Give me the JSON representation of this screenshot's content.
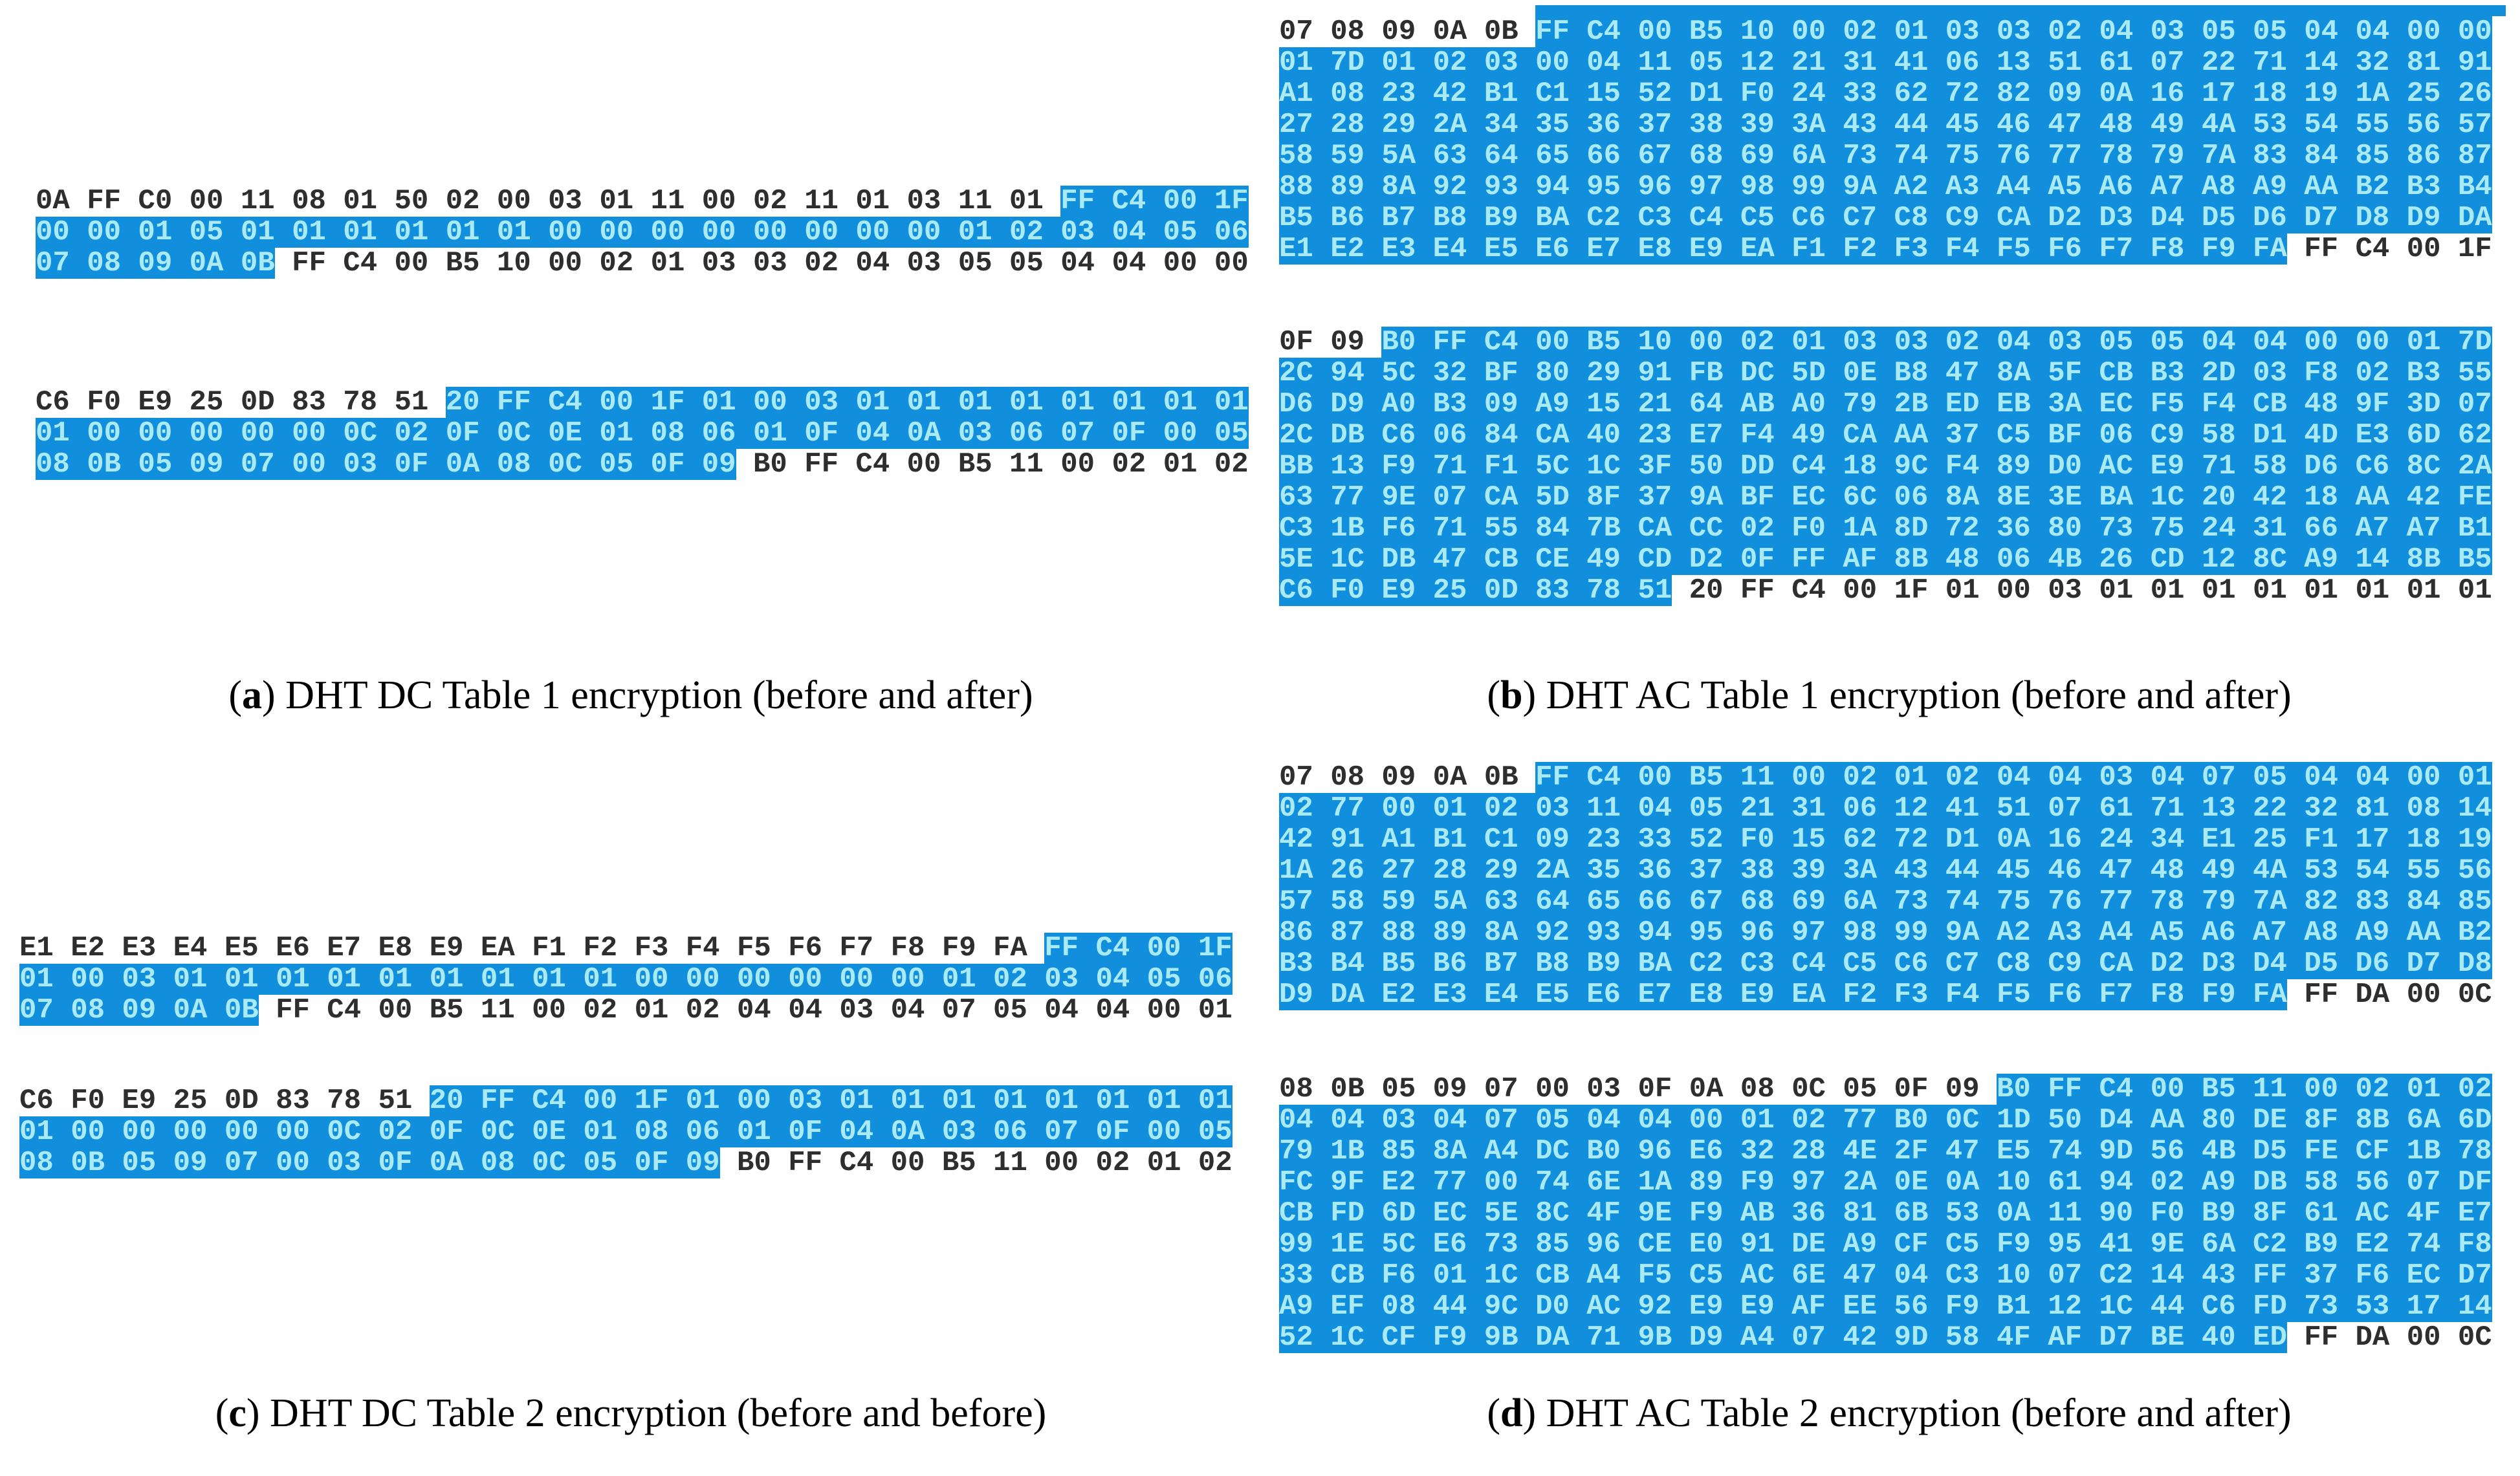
{
  "colors": {
    "highlight_blue": "#118FDC",
    "highlighted_text": "#A9EAF5",
    "plain_text": "#2e2e2e"
  },
  "panels": [
    {
      "id": "a",
      "caption": {
        "open": "(",
        "label": "a",
        "close": ") ",
        "text": "DHT DC Table 1 encryption (before and after)"
      },
      "blocks": [
        {
          "rows": [
            {
              "segments": [
                {
                  "hl": false,
                  "text": "0A FF C0 00 11 08 01 50 02 00 03 01 11 00 02 11 01 03 11 01"
                },
                {
                  "hl": true,
                  "text": "FF C4 00 1F"
                }
              ]
            },
            {
              "segments": [
                {
                  "hl": true,
                  "text": "00 00 01 05 01 01 01 01 01 01 00 00 00 00 00 00 00 00 01 02 03 04 05 06"
                }
              ]
            },
            {
              "segments": [
                {
                  "hl": true,
                  "text": "07 08 09 0A 0B"
                },
                {
                  "hl": false,
                  "text": "FF C4 00 B5 10 00 02 01 03 03 02 04 03 05 05 04 04 00 00"
                }
              ]
            }
          ]
        },
        {
          "rows": [
            {
              "segments": [
                {
                  "hl": false,
                  "text": "C6 F0 E9 25 0D 83 78 51"
                },
                {
                  "hl": true,
                  "text": "20 FF C4 00 1F 01 00 03 01 01 01 01 01 01 01 01"
                }
              ]
            },
            {
              "segments": [
                {
                  "hl": true,
                  "text": "01 00 00 00 00 00 0C 02 0F 0C 0E 01 08 06 01 0F 04 0A 03 06 07 0F 00 05"
                }
              ]
            },
            {
              "segments": [
                {
                  "hl": true,
                  "text": "08 0B 05 09 07 00 03 0F 0A 08 0C 05 0F 09"
                },
                {
                  "hl": false,
                  "text": "B0 FF C4 00 B5 11 00 02 01 02"
                }
              ]
            }
          ]
        }
      ]
    },
    {
      "id": "b",
      "caption": {
        "open": "(",
        "label": "b",
        "close": ") ",
        "text": "DHT AC Table 1 encryption (before and after)"
      },
      "blocks": [
        {
          "rows": [
            {
              "segments": [
                {
                  "hl": false,
                  "text": "07 08 09 0A 0B"
                },
                {
                  "hl": true,
                  "text": "FF C4 00 B5 10 00 02 01 03 03 02 04 03 05 05 04 04 00 00"
                }
              ]
            },
            {
              "segments": [
                {
                  "hl": true,
                  "text": "01 7D 01 02 03 00 04 11 05 12 21 31 41 06 13 51 61 07 22 71 14 32 81 91"
                }
              ]
            },
            {
              "segments": [
                {
                  "hl": true,
                  "text": "A1 08 23 42 B1 C1 15 52 D1 F0 24 33 62 72 82 09 0A 16 17 18 19 1A 25 26"
                }
              ]
            },
            {
              "segments": [
                {
                  "hl": true,
                  "text": "27 28 29 2A 34 35 36 37 38 39 3A 43 44 45 46 47 48 49 4A 53 54 55 56 57"
                }
              ]
            },
            {
              "segments": [
                {
                  "hl": true,
                  "text": "58 59 5A 63 64 65 66 67 68 69 6A 73 74 75 76 77 78 79 7A 83 84 85 86 87"
                }
              ]
            },
            {
              "segments": [
                {
                  "hl": true,
                  "text": "88 89 8A 92 93 94 95 96 97 98 99 9A A2 A3 A4 A5 A6 A7 A8 A9 AA B2 B3 B4"
                }
              ]
            },
            {
              "segments": [
                {
                  "hl": true,
                  "text": "B5 B6 B7 B8 B9 BA C2 C3 C4 C5 C6 C7 C8 C9 CA D2 D3 D4 D5 D6 D7 D8 D9 DA"
                }
              ]
            },
            {
              "segments": [
                {
                  "hl": true,
                  "text": "E1 E2 E3 E4 E5 E6 E7 E8 E9 EA F1 F2 F3 F4 F5 F6 F7 F8 F9 FA"
                },
                {
                  "hl": false,
                  "text": "FF C4 00 1F"
                }
              ]
            }
          ]
        },
        {
          "rows": [
            {
              "segments": [
                {
                  "hl": false,
                  "text": "0F 09"
                },
                {
                  "hl": true,
                  "text": "B0 FF C4 00 B5 10 00 02 01 03 03 02 04 03 05 05 04 04 00 00 01 7D"
                }
              ]
            },
            {
              "segments": [
                {
                  "hl": true,
                  "text": "2C 94 5C 32 BF 80 29 91 FB DC 5D 0E B8 47 8A 5F CB B3 2D 03 F8 02 B3 55"
                }
              ]
            },
            {
              "segments": [
                {
                  "hl": true,
                  "text": "D6 D9 A0 B3 09 A9 15 21 64 AB A0 79 2B ED EB 3A EC F5 F4 CB 48 9F 3D 07"
                }
              ]
            },
            {
              "segments": [
                {
                  "hl": true,
                  "text": "2C DB C6 06 84 CA 40 23 E7 F4 49 CA AA 37 C5 BF 06 C9 58 D1 4D E3 6D 62"
                }
              ]
            },
            {
              "segments": [
                {
                  "hl": true,
                  "text": "BB 13 F9 71 F1 5C 1C 3F 50 DD C4 18 9C F4 89 D0 AC E9 71 58 D6 C6 8C 2A"
                }
              ]
            },
            {
              "segments": [
                {
                  "hl": true,
                  "text": "63 77 9E 07 CA 5D 8F 37 9A BF EC 6C 06 8A 8E 3E BA 1C 20 42 18 AA 42 FE"
                }
              ]
            },
            {
              "segments": [
                {
                  "hl": true,
                  "text": "C3 1B F6 71 55 84 7B CA CC 02 F0 1A 8D 72 36 80 73 75 24 31 66 A7 A7 B1"
                }
              ]
            },
            {
              "segments": [
                {
                  "hl": true,
                  "text": "5E 1C DB 47 CB CE 49 CD D2 0F FF AF 8B 48 06 4B 26 CD 12 8C A9 14 8B B5"
                }
              ]
            },
            {
              "segments": [
                {
                  "hl": true,
                  "text": "C6 F0 E9 25 0D 83 78 51"
                },
                {
                  "hl": false,
                  "text": "20 FF C4 00 1F 01 00 03 01 01 01 01 01 01 01 01"
                }
              ]
            }
          ]
        }
      ]
    },
    {
      "id": "c",
      "caption": {
        "open": "(",
        "label": "c",
        "close": ") ",
        "text": "DHT DC Table 2 encryption (before and before)"
      },
      "blocks": [
        {
          "rows": [
            {
              "segments": [
                {
                  "hl": false,
                  "text": "E1 E2 E3 E4 E5 E6 E7 E8 E9 EA F1 F2 F3 F4 F5 F6 F7 F8 F9 FA"
                },
                {
                  "hl": true,
                  "text": "FF C4 00 1F"
                }
              ]
            },
            {
              "segments": [
                {
                  "hl": true,
                  "text": "01 00 03 01 01 01 01 01 01 01 01 01 00 00 00 00 00 00 01 02 03 04 05 06"
                }
              ]
            },
            {
              "segments": [
                {
                  "hl": true,
                  "text": "07 08 09 0A 0B"
                },
                {
                  "hl": false,
                  "text": "FF C4 00 B5 11 00 02 01 02 04 04 03 04 07 05 04 04 00 01"
                }
              ]
            }
          ]
        },
        {
          "rows": [
            {
              "segments": [
                {
                  "hl": false,
                  "text": "C6 F0 E9 25 0D 83 78 51"
                },
                {
                  "hl": true,
                  "text": "20 FF C4 00 1F 01 00 03 01 01 01 01 01 01 01 01"
                }
              ]
            },
            {
              "segments": [
                {
                  "hl": true,
                  "text": "01 00 00 00 00 00 0C 02 0F 0C 0E 01 08 06 01 0F 04 0A 03 06 07 0F 00 05"
                }
              ]
            },
            {
              "segments": [
                {
                  "hl": true,
                  "text": "08 0B 05 09 07 00 03 0F 0A 08 0C 05 0F 09"
                },
                {
                  "hl": false,
                  "text": "B0 FF C4 00 B5 11 00 02 01 02"
                }
              ]
            }
          ]
        }
      ]
    },
    {
      "id": "d",
      "caption": {
        "open": "(",
        "label": "d",
        "close": ") ",
        "text": "DHT AC Table 2 encryption (before and after)"
      },
      "blocks": [
        {
          "rows": [
            {
              "segments": [
                {
                  "hl": false,
                  "text": "07 08 09 0A 0B"
                },
                {
                  "hl": true,
                  "text": "FF C4 00 B5 11 00 02 01 02 04 04 03 04 07 05 04 04 00 01"
                }
              ]
            },
            {
              "segments": [
                {
                  "hl": true,
                  "text": "02 77 00 01 02 03 11 04 05 21 31 06 12 41 51 07 61 71 13 22 32 81 08 14"
                }
              ]
            },
            {
              "segments": [
                {
                  "hl": true,
                  "text": "42 91 A1 B1 C1 09 23 33 52 F0 15 62 72 D1 0A 16 24 34 E1 25 F1 17 18 19"
                }
              ]
            },
            {
              "segments": [
                {
                  "hl": true,
                  "text": "1A 26 27 28 29 2A 35 36 37 38 39 3A 43 44 45 46 47 48 49 4A 53 54 55 56"
                }
              ]
            },
            {
              "segments": [
                {
                  "hl": true,
                  "text": "57 58 59 5A 63 64 65 66 67 68 69 6A 73 74 75 76 77 78 79 7A 82 83 84 85"
                }
              ]
            },
            {
              "segments": [
                {
                  "hl": true,
                  "text": "86 87 88 89 8A 92 93 94 95 96 97 98 99 9A A2 A3 A4 A5 A6 A7 A8 A9 AA B2"
                }
              ]
            },
            {
              "segments": [
                {
                  "hl": true,
                  "text": "B3 B4 B5 B6 B7 B8 B9 BA C2 C3 C4 C5 C6 C7 C8 C9 CA D2 D3 D4 D5 D6 D7 D8"
                }
              ]
            },
            {
              "segments": [
                {
                  "hl": true,
                  "text": "D9 DA E2 E3 E4 E5 E6 E7 E8 E9 EA F2 F3 F4 F5 F6 F7 F8 F9 FA"
                },
                {
                  "hl": false,
                  "text": "FF DA 00 0C"
                }
              ]
            }
          ]
        },
        {
          "rows": [
            {
              "segments": [
                {
                  "hl": false,
                  "text": "08 0B 05 09 07 00 03 0F 0A 08 0C 05 0F 09"
                },
                {
                  "hl": true,
                  "text": "B0 FF C4 00 B5 11 00 02 01 02"
                }
              ]
            },
            {
              "segments": [
                {
                  "hl": true,
                  "text": "04 04 03 04 07 05 04 04 00 01 02 77 B0 0C 1D 50 D4 AA 80 DE 8F 8B 6A 6D"
                }
              ]
            },
            {
              "segments": [
                {
                  "hl": true,
                  "text": "79 1B 85 8A A4 DC B0 96 E6 32 28 4E 2F 47 E5 74 9D 56 4B D5 FE CF 1B 78"
                }
              ]
            },
            {
              "segments": [
                {
                  "hl": true,
                  "text": "FC 9F E2 77 00 74 6E 1A 89 F9 97 2A 0E 0A 10 61 94 02 A9 DB 58 56 07 DF"
                }
              ]
            },
            {
              "segments": [
                {
                  "hl": true,
                  "text": "CB FD 6D EC 5E 8C 4F 9E F9 AB 36 81 6B 53 0A 11 90 F0 B9 8F 61 AC 4F E7"
                }
              ]
            },
            {
              "segments": [
                {
                  "hl": true,
                  "text": "99 1E 5C E6 73 85 96 CE E0 91 DE A9 CF C5 F9 95 41 9E 6A C2 B9 E2 74 F8"
                }
              ]
            },
            {
              "segments": [
                {
                  "hl": true,
                  "text": "33 CB F6 01 1C CB A4 F5 C5 AC 6E 47 04 C3 10 07 C2 14 43 FF 37 F6 EC D7"
                }
              ]
            },
            {
              "segments": [
                {
                  "hl": true,
                  "text": "A9 EF 08 44 9C D0 AC 92 E9 E9 AF EE 56 F9 B1 12 1C 44 C6 FD 73 53 17 14"
                }
              ]
            },
            {
              "segments": [
                {
                  "hl": true,
                  "text": "52 1C CF F9 9B DA 71 9B D9 A4 07 42 9D 58 4F AF D7 BE 40 ED"
                },
                {
                  "hl": false,
                  "text": "FF DA 00 0C"
                }
              ]
            }
          ]
        }
      ]
    }
  ]
}
